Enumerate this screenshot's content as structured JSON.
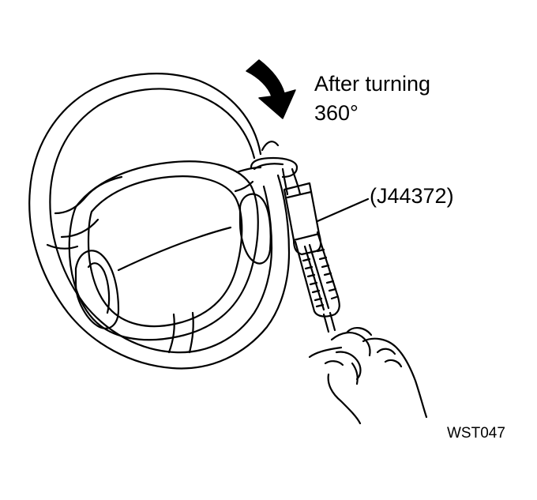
{
  "annotation": {
    "line1": "After turning",
    "line2": "360°"
  },
  "tool_label": "(J44372)",
  "figure_code": "WST047",
  "colors": {
    "ink": "#000000",
    "paper": "#ffffff"
  }
}
